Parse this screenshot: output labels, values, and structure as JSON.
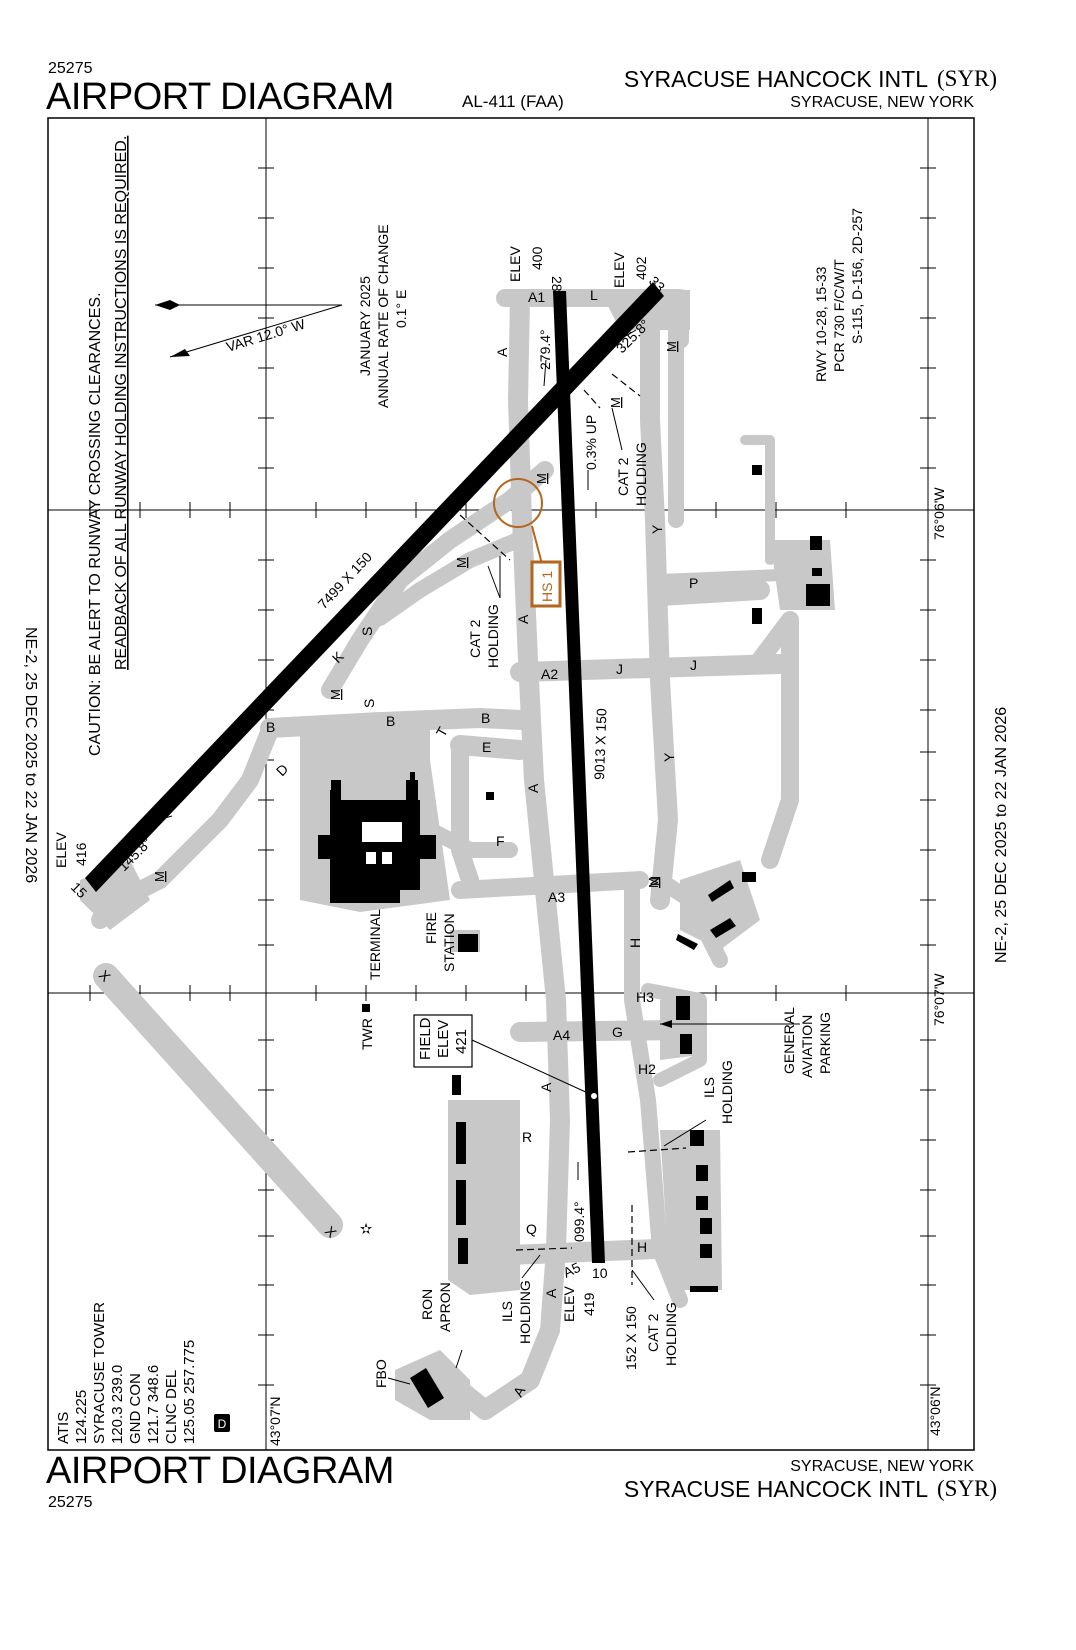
{
  "header": {
    "chart_number": "25275",
    "title": "AIRPORT DIAGRAM",
    "procedure_id": "AL-411 (FAA)",
    "airport_name": "SYRACUSE HANCOCK INTL",
    "airport_id": "(SYR)",
    "location": "SYRACUSE, NEW YORK"
  },
  "footer": {
    "chart_number": "25275",
    "title": "AIRPORT DIAGRAM",
    "airport_name": "SYRACUSE HANCOCK INTL",
    "airport_id": "(SYR)",
    "location": "SYRACUSE, NEW YORK"
  },
  "margins": {
    "left_effective": "NE-2,  25 DEC 2025  to  22 JAN 2026",
    "right_effective": "NE-2,  25 DEC 2025  to  22 JAN 2026"
  },
  "caution": {
    "line1": "CAUTION: BE ALERT TO RUNWAY CROSSING CLEARANCES.",
    "line2": "READBACK OF ALL RUNWAY HOLDING INSTRUCTIONS IS REQUIRED."
  },
  "variation": {
    "label": "VAR 12.0° W",
    "line1": "JANUARY 2025",
    "line2": "ANNUAL RATE OF CHANGE",
    "line3": "0.1° E"
  },
  "runway_info": {
    "line1": "RWY 10-28, 15-33",
    "line2": "PCR 730 F/C/W/T",
    "line3": "S-115, D-156, 2D-257"
  },
  "coords": {
    "lon_1": "76°06'W",
    "lon_2": "76°07'W",
    "lat_1": "43°07'N",
    "lat_2": "43°06'N"
  },
  "frequencies": {
    "atis_label": "ATIS",
    "atis": "124.225",
    "tower_label": "SYRACUSE TOWER",
    "tower": "120.3  239.0",
    "gnd_label": "GND CON",
    "gnd": "121.7  348.6",
    "clnc_label": "CLNC DEL",
    "clnc": "125.05  257.775",
    "d_badge": "D"
  },
  "runways": {
    "r10_28_dims": "9013 X 150",
    "r15_33_dims": "7499 X 150",
    "r10_num": "10",
    "r28_num": "28",
    "r15_num": "15",
    "r33_num": "33",
    "hdg_279": "279.4°",
    "hdg_099": "099.4°",
    "hdg_145": "145.8°",
    "hdg_325": "325.8°",
    "grad": "0.3% UP",
    "elev_label": "ELEV",
    "elev_400": "400",
    "elev_402": "402",
    "elev_416": "416",
    "elev_419": "419",
    "pad_dims": "152 X 150"
  },
  "field_elev": {
    "line1": "FIELD",
    "line2": "ELEV",
    "line3": "421"
  },
  "hotspot": "HS 1",
  "labels": {
    "terminal": "TERMINAL",
    "fire1": "FIRE",
    "fire2": "STATION",
    "twr": "TWR",
    "ga1": "GENERAL",
    "ga2": "AVIATION",
    "ga3": "PARKING",
    "ron1": "RON",
    "ron2": "APRON",
    "fbo": "FBO",
    "cat2_1": "CAT 2",
    "cat2_2": "HOLDING",
    "ils1": "ILS",
    "ils2": "HOLDING",
    "mag": "M"
  },
  "taxiways": {
    "A": "A",
    "A1": "A1",
    "A2": "A2",
    "A3": "A3",
    "A4": "A4",
    "A5": "A5",
    "B": "B",
    "D": "D",
    "E": "E",
    "F": "F",
    "G": "G",
    "H": "H",
    "H2": "H2",
    "H3": "H3",
    "J": "J",
    "K": "K",
    "L": "L",
    "N": "N",
    "P": "P",
    "Q": "Q",
    "R": "R",
    "S": "S",
    "T": "T",
    "X": "X",
    "Y": "Y"
  }
}
